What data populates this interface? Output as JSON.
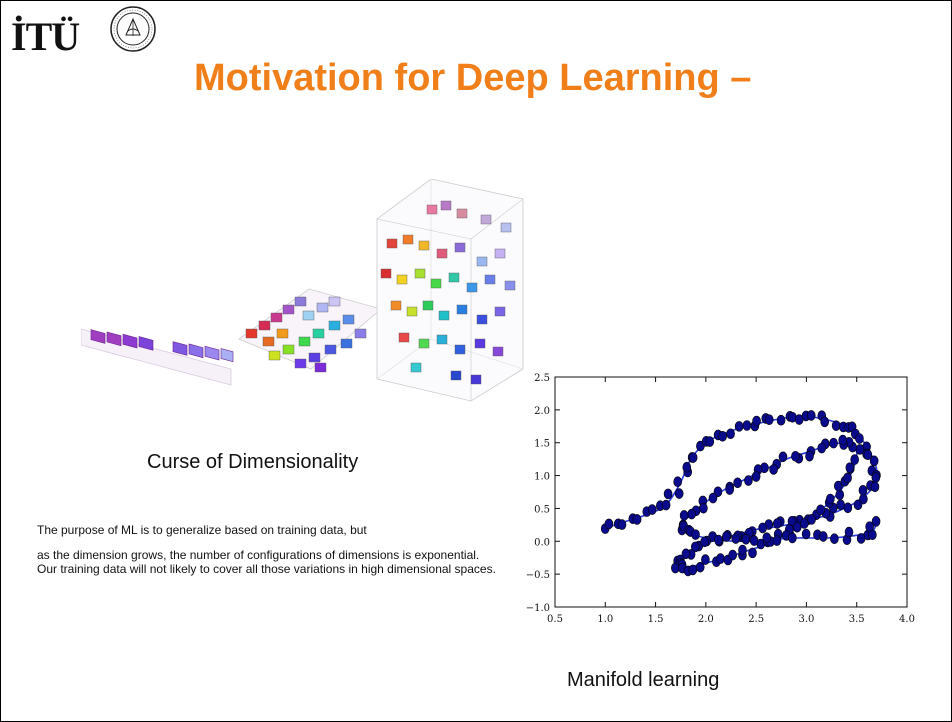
{
  "header": {
    "logo_text": "İTÜ",
    "seal_icon": "university-seal-icon",
    "title": "Motivation for Deep Learning –",
    "title_color": "#f07f1a"
  },
  "left_panel": {
    "figure_icon": "dimension-cubes-illustration",
    "caption": "Curse of Dimensionality",
    "paragraph_1": "The purpose of ML is to generalize based on training data, but",
    "paragraph_2": "as the dimension grows, the number of configurations of dimensions is exponential. Our training data will not likely to cover all those variations in high dimensional spaces."
  },
  "right_panel": {
    "caption": "Manifold learning"
  },
  "chart_data": {
    "type": "scatter",
    "xlim": [
      0.5,
      4.0
    ],
    "ylim": [
      -1.0,
      2.5
    ],
    "x_ticks": [
      "0.5",
      "1.0",
      "1.5",
      "2.0",
      "2.5",
      "3.0",
      "3.5",
      "4.0"
    ],
    "y_ticks": [
      "−1.0",
      "−0.5",
      "0.0",
      "0.5",
      "1.0",
      "1.5",
      "2.0",
      "2.5"
    ],
    "curve_color": "#2b3de0",
    "point_color": "#0a0a8c",
    "curve": {
      "x": [
        1.0,
        1.2,
        1.4,
        1.6,
        1.75,
        1.85,
        2.0,
        2.2,
        2.4,
        2.6,
        2.8,
        3.0,
        3.2,
        3.4,
        3.55,
        3.65,
        3.7,
        3.65,
        3.5,
        3.3,
        3.1,
        2.9,
        2.7,
        2.5,
        2.3,
        2.1,
        1.9,
        1.75,
        1.7,
        1.8,
        2.0,
        2.2,
        2.4,
        2.6,
        2.8,
        3.0,
        3.2,
        3.35,
        3.45,
        3.5,
        3.4,
        3.2,
        3.0,
        2.8,
        2.6,
        2.4,
        2.2,
        2.0,
        1.85,
        1.75,
        1.8,
        2.0,
        2.3,
        2.6,
        2.9,
        3.2,
        3.45,
        3.65,
        3.7
      ],
      "y": [
        0.2,
        0.3,
        0.4,
        0.55,
        0.9,
        1.25,
        1.5,
        1.65,
        1.75,
        1.82,
        1.88,
        1.9,
        1.85,
        1.75,
        1.55,
        1.3,
        1.05,
        0.8,
        0.6,
        0.45,
        0.35,
        0.28,
        0.22,
        0.18,
        0.1,
        0.02,
        -0.1,
        -0.25,
        -0.35,
        -0.4,
        -0.33,
        -0.25,
        -0.15,
        -0.05,
        0.1,
        0.3,
        0.55,
        0.8,
        1.05,
        1.35,
        1.5,
        1.45,
        1.35,
        1.25,
        1.1,
        0.95,
        0.8,
        0.6,
        0.4,
        0.25,
        0.15,
        0.05,
        0.0,
        0.02,
        0.05,
        0.05,
        0.08,
        0.15,
        0.3
      ]
    }
  }
}
